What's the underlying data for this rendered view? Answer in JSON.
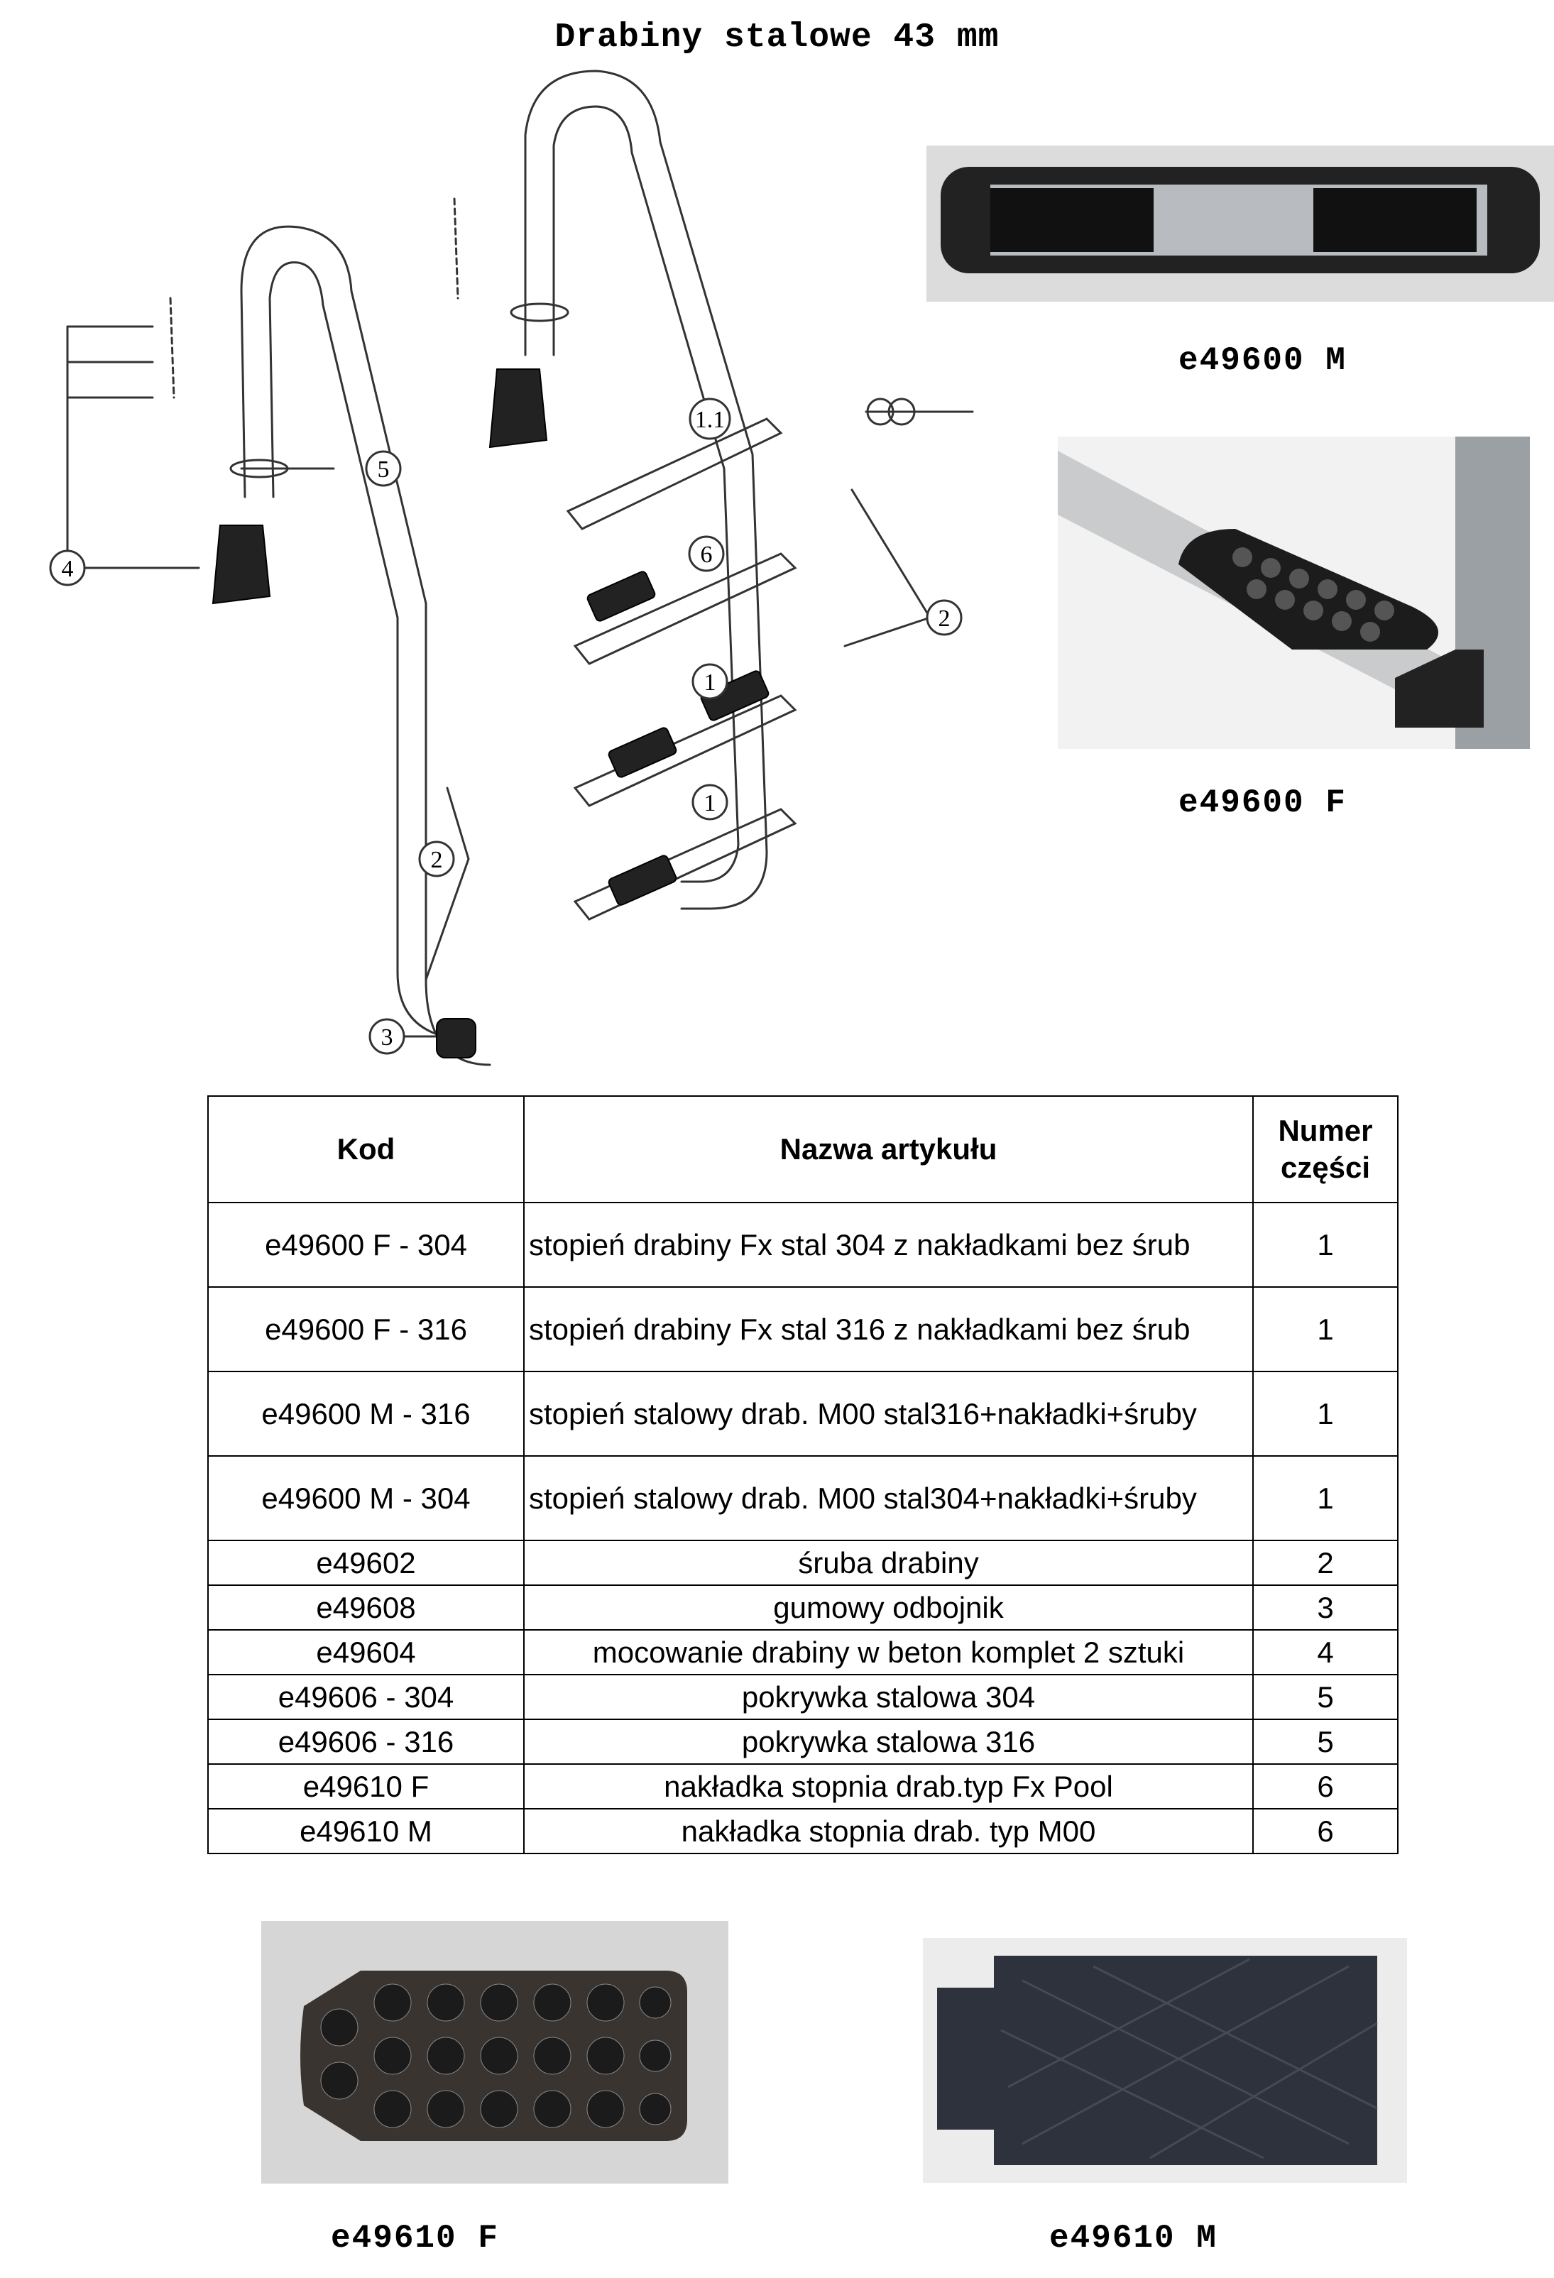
{
  "title": "Drabiny stalowe 43 mm",
  "photos": {
    "step_m": {
      "caption": "e49600 M"
    },
    "step_f": {
      "caption": "e49600 F"
    },
    "pad_f": {
      "caption": "e49610 F"
    },
    "pad_m": {
      "caption": "e49610 M"
    }
  },
  "diagram": {
    "callouts": [
      "1.1",
      "6",
      "1",
      "1",
      "2",
      "2",
      "3",
      "4",
      "5"
    ]
  },
  "table": {
    "headers": {
      "code": "Kod",
      "name": "Nazwa artykułu",
      "part_line1": "Numer",
      "part_line2": "części"
    },
    "rows": [
      {
        "code": "e49600 F - 304",
        "name": "stopień drabiny Fx stal 304 z nakładkami bez śrub",
        "part": "1"
      },
      {
        "code": "e49600 F - 316",
        "name": "stopień drabiny Fx stal 316 z nakładkami bez śrub",
        "part": "1"
      },
      {
        "code": "e49600 M - 316",
        "name": "stopień stalowy drab. M00 stal316+nakładki+śruby",
        "part": "1"
      },
      {
        "code": "e49600 M - 304",
        "name": "stopień stalowy drab. M00 stal304+nakładki+śruby",
        "part": "1"
      },
      {
        "code": "e49602",
        "name": "śruba drabiny",
        "part": "2"
      },
      {
        "code": "e49608",
        "name": "gumowy odbojnik",
        "part": "3"
      },
      {
        "code": "e49604",
        "name": "mocowanie drabiny w beton komplet 2 sztuki",
        "part": "4"
      },
      {
        "code": "e49606 - 304",
        "name": "pokrywka stalowa 304",
        "part": "5"
      },
      {
        "code": "e49606 - 316",
        "name": "pokrywka stalowa 316",
        "part": "5"
      },
      {
        "code": "e49610 F",
        "name": "nakładka stopnia drab.typ Fx Pool",
        "part": "6"
      },
      {
        "code": "e49610 M",
        "name": "nakładka stopnia drab. typ M00",
        "part": "6"
      }
    ]
  }
}
